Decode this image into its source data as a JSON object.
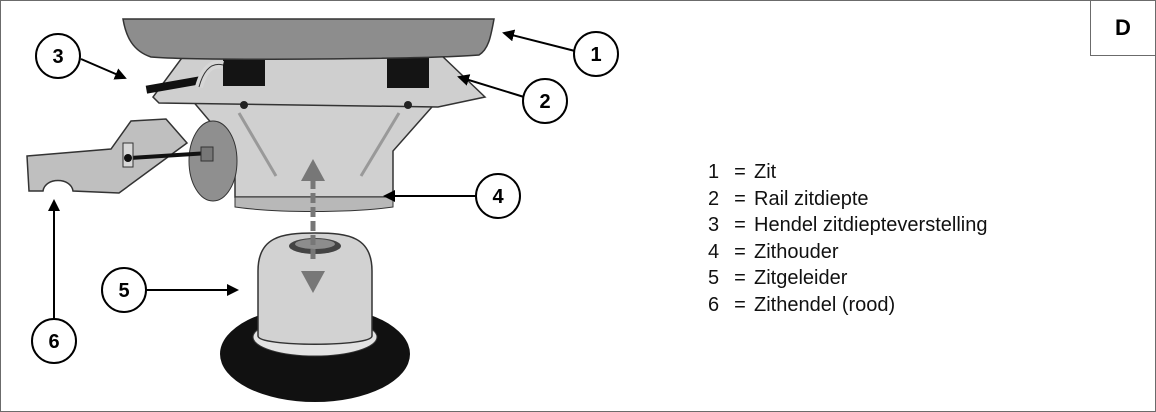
{
  "panel_label": "D",
  "callouts": [
    "1",
    "2",
    "3",
    "4",
    "5",
    "6"
  ],
  "legend": [
    {
      "num": "1",
      "eq": "=",
      "text": "Zit"
    },
    {
      "num": "2",
      "eq": "=",
      "text": "Rail zitdiepte"
    },
    {
      "num": "3",
      "eq": "=",
      "text": "Hendel zitdiepteverstelling"
    },
    {
      "num": "4",
      "eq": "=",
      "text": "Zithouder"
    },
    {
      "num": "5",
      "eq": "=",
      "text": "Zitgeleider"
    },
    {
      "num": "6",
      "eq": "=",
      "text": "Zithendel (rood)"
    }
  ]
}
